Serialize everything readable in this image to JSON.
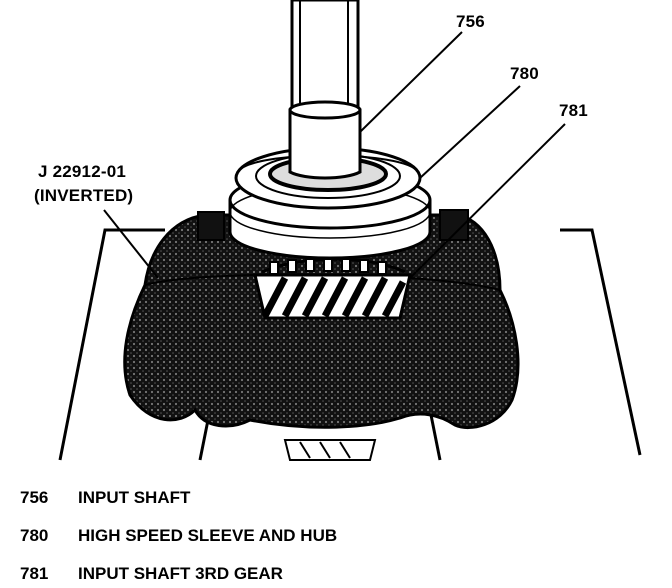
{
  "callouts": {
    "tool_line1": "J 22912-01",
    "tool_line2": "(INVERTED)",
    "c756": "756",
    "c780": "780",
    "c781": "781"
  },
  "legend": [
    {
      "number": "756",
      "label": "INPUT SHAFT"
    },
    {
      "number": "780",
      "label": "HIGH SPEED SLEEVE AND HUB"
    },
    {
      "number": "781",
      "label": "INPUT SHAFT 3RD GEAR"
    }
  ]
}
